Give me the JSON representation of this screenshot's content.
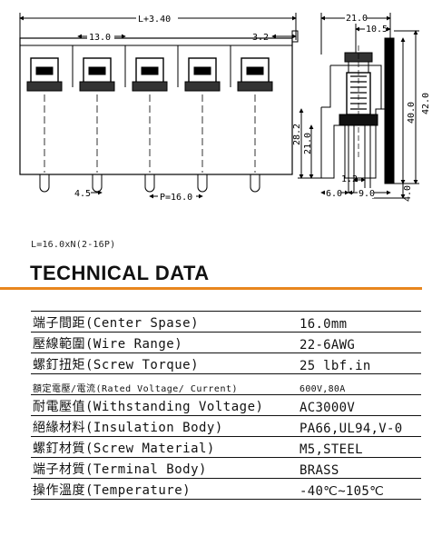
{
  "drawing": {
    "front_view": {
      "overall_length": "L+3.40",
      "pitch_top": "13.0",
      "end_offset": "3.2",
      "pin_offset": "4.5",
      "pitch_bottom": "P=16.0"
    },
    "side_view": {
      "width": "21.0",
      "width_upper": "10.5",
      "height_total": "42.0",
      "height_body": "40.0",
      "height_mid": "28.2",
      "height_inner": "21.0",
      "pin_gap": "1.2",
      "pin_base_left": "6.0",
      "pin_base_right": "9.0",
      "pin_length": "4.0"
    }
  },
  "formula": "L=16.0xN(2-16P)",
  "section_title": "TECHNICAL DATA",
  "specs": [
    {
      "label": "端子間距(Center Spase)",
      "value": "16.0mm"
    },
    {
      "label": "壓線範圍(Wire Range)",
      "value": "22-6AWG"
    },
    {
      "label": "螺釘扭矩(Screw Torque)",
      "value": "25 lbf.in"
    },
    {
      "label": "額定電壓/電流(Rated Voltage/ Current)",
      "value": "600V,80A"
    },
    {
      "label": "耐電壓值(Withstanding Voltage)",
      "value": "AC3000V"
    },
    {
      "label": "絕緣材料(Insulation Body)",
      "value": "PA66,UL94,V-0"
    },
    {
      "label": "螺釘材質(Screw Material)",
      "value": "M5,STEEL"
    },
    {
      "label": "端子材質(Terminal Body)",
      "value": "BRASS"
    },
    {
      "label": "操作溫度(Temperature)",
      "value": "-40℃~105℃"
    }
  ]
}
